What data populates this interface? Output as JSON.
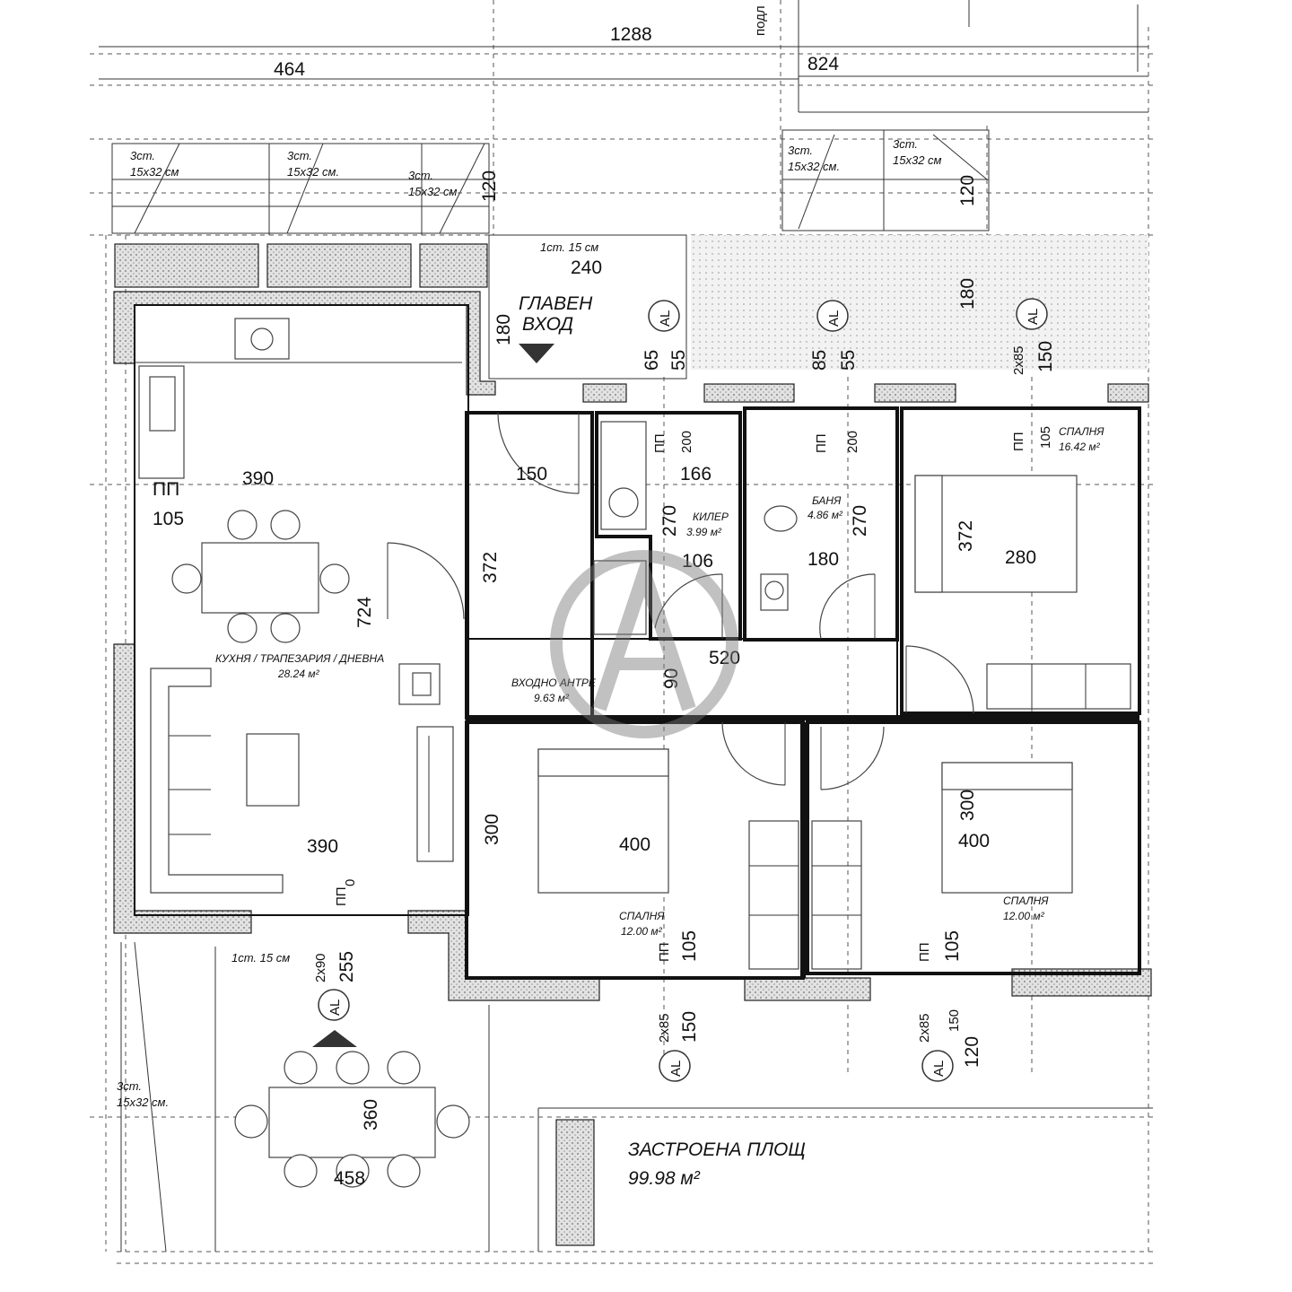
{
  "dimensions": {
    "top_total": "1288",
    "top_left": "464",
    "top_right": "824",
    "top_cut": "подл",
    "stair_depth": "120",
    "entrance_width": "240",
    "entrance_depth": "180",
    "mid_180": "180",
    "kitchen_width": "390",
    "kitchen_length": "724",
    "living_width": "390",
    "hall_width": "150",
    "hall_length": "372",
    "pantry_width": "166",
    "pantry_length": "270",
    "pantry_door": "106",
    "bath_length": "270",
    "bath_width": "180",
    "corridor_length": "520",
    "corridor_width": "90",
    "bed1_length": "372",
    "bed1_width": "280",
    "bed2_width": "400",
    "bed2_depth": "300",
    "bed3_width": "400",
    "bed3_depth": "300",
    "terrace_depth": "360",
    "terrace_width": "458"
  },
  "window_labels": {
    "pp": "ПП",
    "al": "AL",
    "w_65": "65",
    "w_55": "55",
    "w_85": "85",
    "w_55b": "55",
    "w_2x85": "2x85",
    "w_150": "150",
    "w_105": "105",
    "w_200": "200",
    "w_200b": "200",
    "w_105_k": "105",
    "w_0": "0",
    "w_2x90": "2x90",
    "w_255": "255",
    "w_2x85b": "2x85",
    "w_150b": "150",
    "w_105b": "105",
    "w_2x85c": "2x85",
    "w_150c": "150",
    "w_120": "120",
    "w_105c": "105"
  },
  "stairs": {
    "s1": "3ст.",
    "s1b": "15x32 см",
    "s2": "3ст.",
    "s2b": "15x32 см.",
    "s3": "3ст.",
    "s3b": "15x32 см",
    "s4": "3ст.",
    "s4b": "15x32 см.",
    "s5": "3ст.",
    "s5b": "15x32 см",
    "s6": "3ст.",
    "s6b": "15x32 см.",
    "step_top": "1ст. 15 см",
    "step_bottom": "1ст. 15 см"
  },
  "rooms": {
    "entrance_l1": "ГЛАВЕН",
    "entrance_l2": "ВХОД",
    "kitchen_name": "КУХНЯ / ТРАПЕЗАРИЯ / ДНЕВНА",
    "kitchen_area": "28.24 м²",
    "hall_name": "ВХОДНО АНТРЕ",
    "hall_area": "9.63 м²",
    "pantry_name": "КИЛЕР",
    "pantry_area": "3.99 м²",
    "bath_name": "БАНЯ",
    "bath_area": "4.86 м²",
    "bed1_name": "СПАЛНЯ",
    "bed1_area": "16.42 м²",
    "bed2_name": "СПАЛНЯ",
    "bed2_area": "12.00 м²",
    "bed3_name": "СПАЛНЯ",
    "bed3_area": "12.00 м²"
  },
  "built_area": {
    "label": "ЗАСТРОЕНА ПЛОЩ",
    "value": "99.98 м²"
  },
  "watermark_icon": "letter-a-circle-logo"
}
